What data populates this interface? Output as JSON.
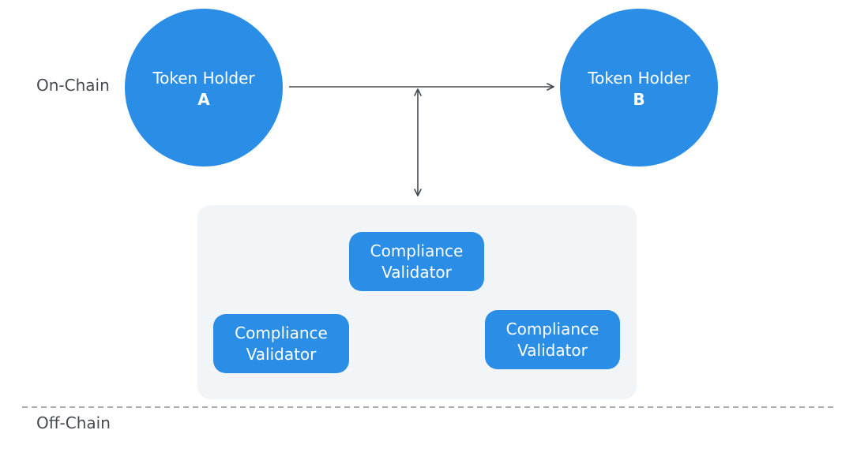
{
  "zones": {
    "on_chain": "On-Chain",
    "off_chain": "Off-Chain"
  },
  "holders": [
    {
      "name": "Token Holder",
      "letter": "A"
    },
    {
      "name": "Token Holder",
      "letter": "B"
    }
  ],
  "validators": [
    {
      "line1": "Compliance",
      "line2": "Validator"
    },
    {
      "line1": "Compliance",
      "line2": "Validator"
    },
    {
      "line1": "Compliance",
      "line2": "Validator"
    }
  ],
  "colors": {
    "node_fill": "#2b8ee6",
    "panel_fill": "#f1f5f8",
    "connector": "#444a50",
    "divider": "#8a9096"
  }
}
